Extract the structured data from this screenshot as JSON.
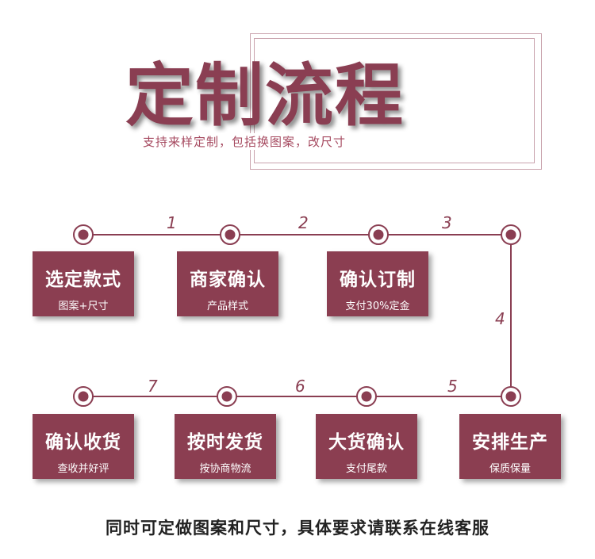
{
  "header": {
    "title": "定制流程",
    "subtitle": "支持来样定制，包括换图案，改尺寸"
  },
  "steps": [
    {
      "title": "选定款式",
      "sub": "图案+尺寸"
    },
    {
      "title": "商家确认",
      "sub": "产品样式"
    },
    {
      "title": "确认订制",
      "sub": "支付30%定金"
    },
    {
      "title": "确认收货",
      "sub": "查收并好评"
    },
    {
      "title": "按时发货",
      "sub": "按协商物流"
    },
    {
      "title": "大货确认",
      "sub": "支付尾款"
    },
    {
      "title": "安排生产",
      "sub": "保质保量"
    }
  ],
  "numbers": [
    "1",
    "2",
    "3",
    "4",
    "5",
    "6",
    "7"
  ],
  "footer": "同时可定做图案和尺寸，具体要求请联系在线客服",
  "colors": {
    "accent": "#8b3e51",
    "line": "#8a3e52"
  }
}
